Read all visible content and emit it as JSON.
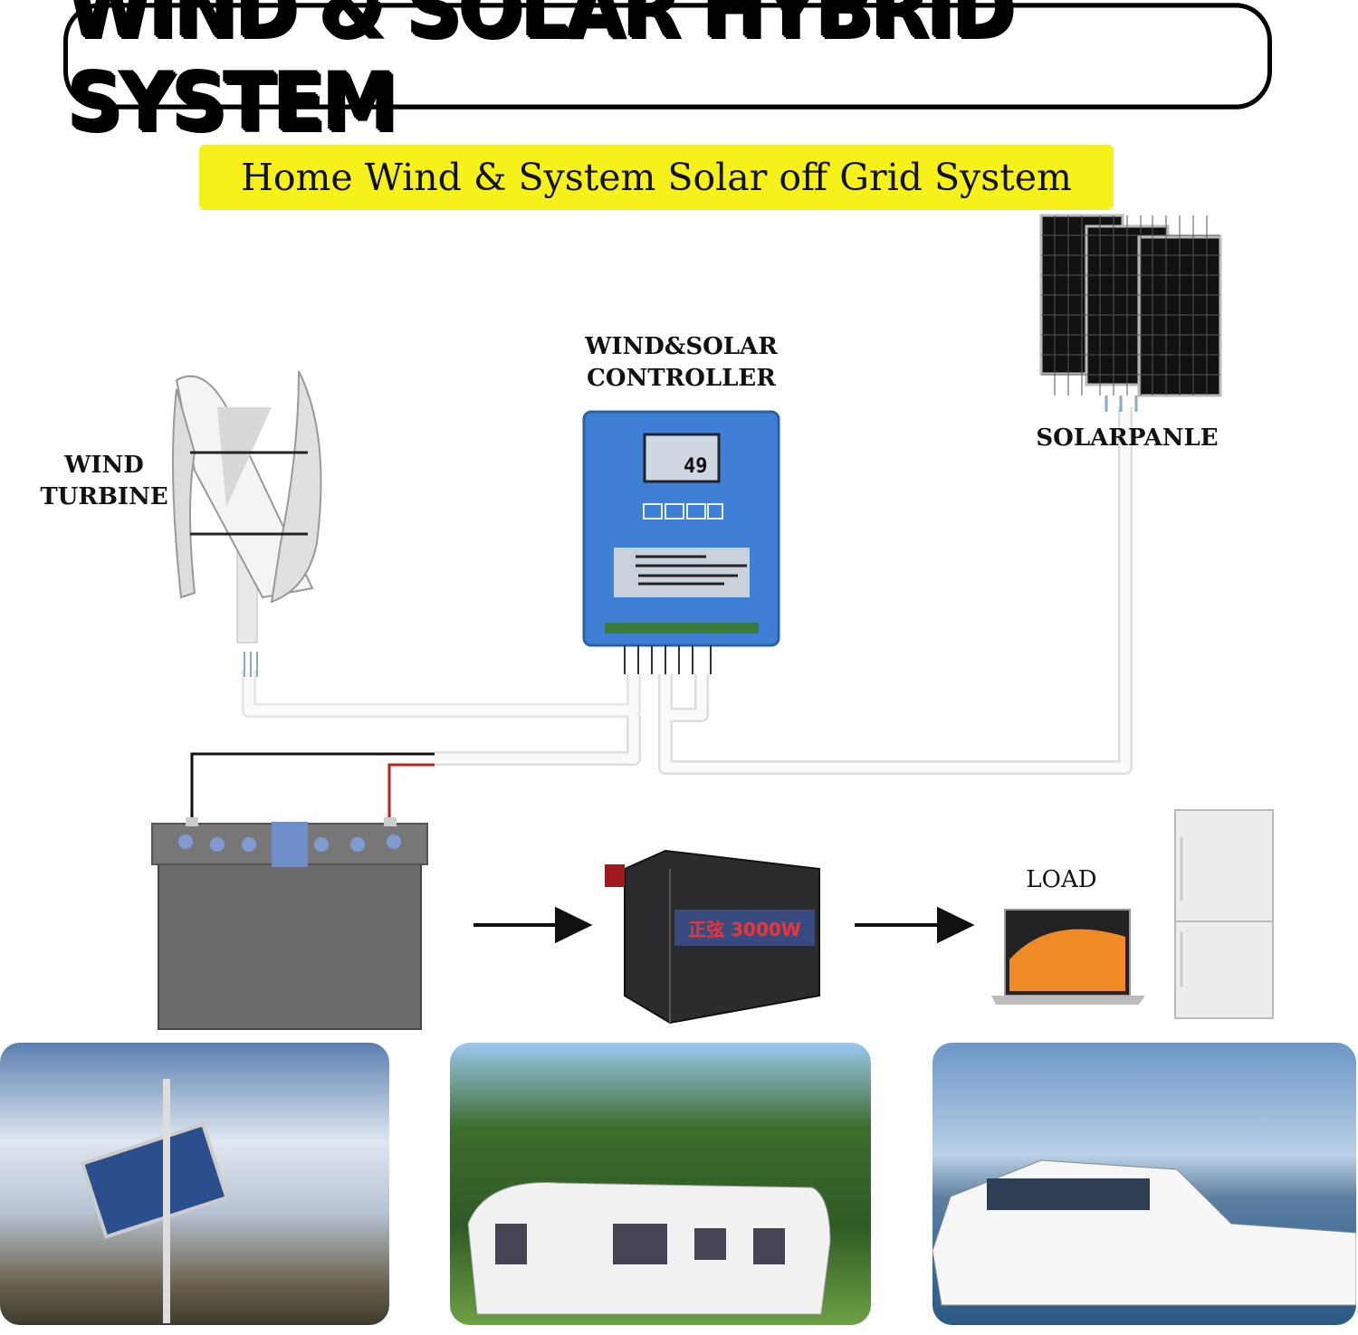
{
  "header": {
    "title": "WIND & SOLAR HYBRID SYSTEM",
    "subtitle": "Home Wind & System Solar off Grid System"
  },
  "components": {
    "controller": {
      "label_line1": "WIND&SOLAR",
      "label_line2": "CONTROLLER",
      "display_value": "49"
    },
    "wind_turbine": {
      "label_line1": "WIND",
      "label_line2": "TURBINE"
    },
    "solar_panel": {
      "label": "SOLARPANLE"
    },
    "load": {
      "label": "LOAD"
    },
    "inverter": {
      "badge": "正弦 3000W"
    }
  },
  "colors": {
    "title_banner": "#f6f11a",
    "controller_blue": "#3f7fd6",
    "cable": "#f2f2f2"
  },
  "photos": [
    {
      "scene": "snowy-mountain-turbine-solar"
    },
    {
      "scene": "caravan-turbine"
    },
    {
      "scene": "yacht-turbine"
    }
  ]
}
